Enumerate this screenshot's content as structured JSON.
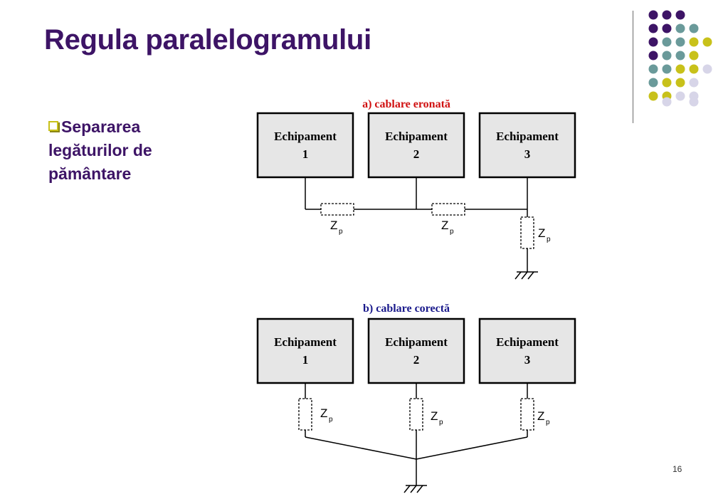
{
  "slide": {
    "title": "Regula paralelogramului",
    "bullet_lines": [
      "Separarea",
      "legăturilor de",
      "pământare"
    ],
    "page_number": "16"
  },
  "colors": {
    "title": "#3d1466",
    "bullet_box": "#c8c11a",
    "dot_purple": "#3d1466",
    "dot_teal": "#6a9a9a",
    "dot_yellow": "#c8c11a",
    "dot_lavender": "#d7d5e8",
    "caption_a": "#d01010",
    "caption_b": "#1a1a8c"
  },
  "diagram_a": {
    "caption": "a) cablare eronată",
    "equipment": [
      {
        "line1": "Echipament",
        "line2": "1"
      },
      {
        "line1": "Echipament",
        "line2": "2"
      },
      {
        "line1": "Echipament",
        "line2": "3"
      }
    ],
    "impedances": [
      {
        "label": "Z",
        "sub": "p"
      },
      {
        "label": "Z",
        "sub": "p"
      },
      {
        "label": "Z",
        "sub": "p"
      }
    ]
  },
  "diagram_b": {
    "caption": "b) cablare corectă",
    "equipment": [
      {
        "line1": "Echipament",
        "line2": "1"
      },
      {
        "line1": "Echipament",
        "line2": "2"
      },
      {
        "line1": "Echipament",
        "line2": "3"
      }
    ],
    "impedances": [
      {
        "label": "Z",
        "sub": "p"
      },
      {
        "label": "Z",
        "sub": "p"
      },
      {
        "label": "Z",
        "sub": "p"
      }
    ]
  }
}
